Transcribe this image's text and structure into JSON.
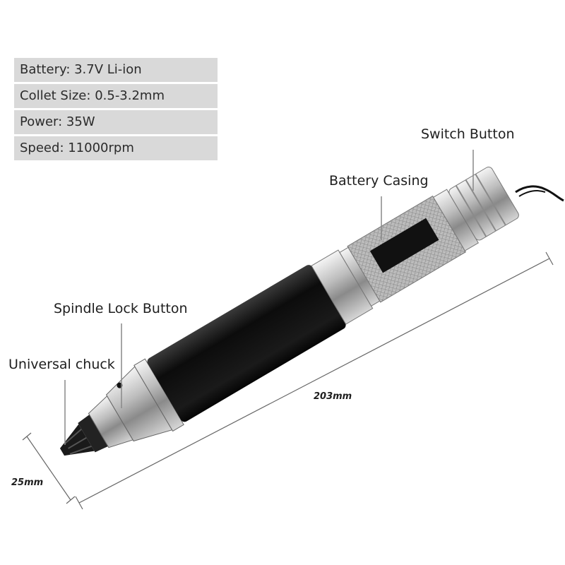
{
  "specs": [
    {
      "label": "Battery",
      "sep": ": ",
      "value": "3.7V Li-ion"
    },
    {
      "label": "Collet Size",
      "sep": ": ",
      "value": "0.5-3.2mm"
    },
    {
      "label": "Power",
      "sep": ": ",
      "value": "35W"
    },
    {
      "label": "Speed",
      "sep": ": ",
      "value": "11000rpm"
    }
  ],
  "callouts": {
    "switch_button": "Switch Button",
    "battery_casing": "Battery Casing",
    "spindle_lock": "Spindle Lock Button",
    "universal_chuck": "Universal chuck"
  },
  "dimensions": {
    "length": "203mm",
    "diameter": "25mm"
  },
  "colors": {
    "spec_background": "#d9d9d9",
    "body_black": "#111111",
    "metal": "#b8b8b8"
  }
}
